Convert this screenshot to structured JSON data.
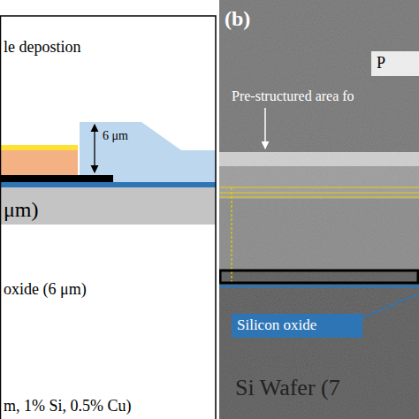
{
  "diagram": {
    "nodes": [
      {
        "text": [
          "P"
        ]
      },
      {
        "text": [
          "Silicon oxide"
        ]
      }
    ],
    "labels": [
      "le depostion",
      "6 μm",
      "μm)",
      "oxide (6 μm)",
      "m, 1% Si, 0.5% Cu)",
      "(b)",
      "Pre-structured area fo",
      "Si Wafer (7"
    ]
  }
}
